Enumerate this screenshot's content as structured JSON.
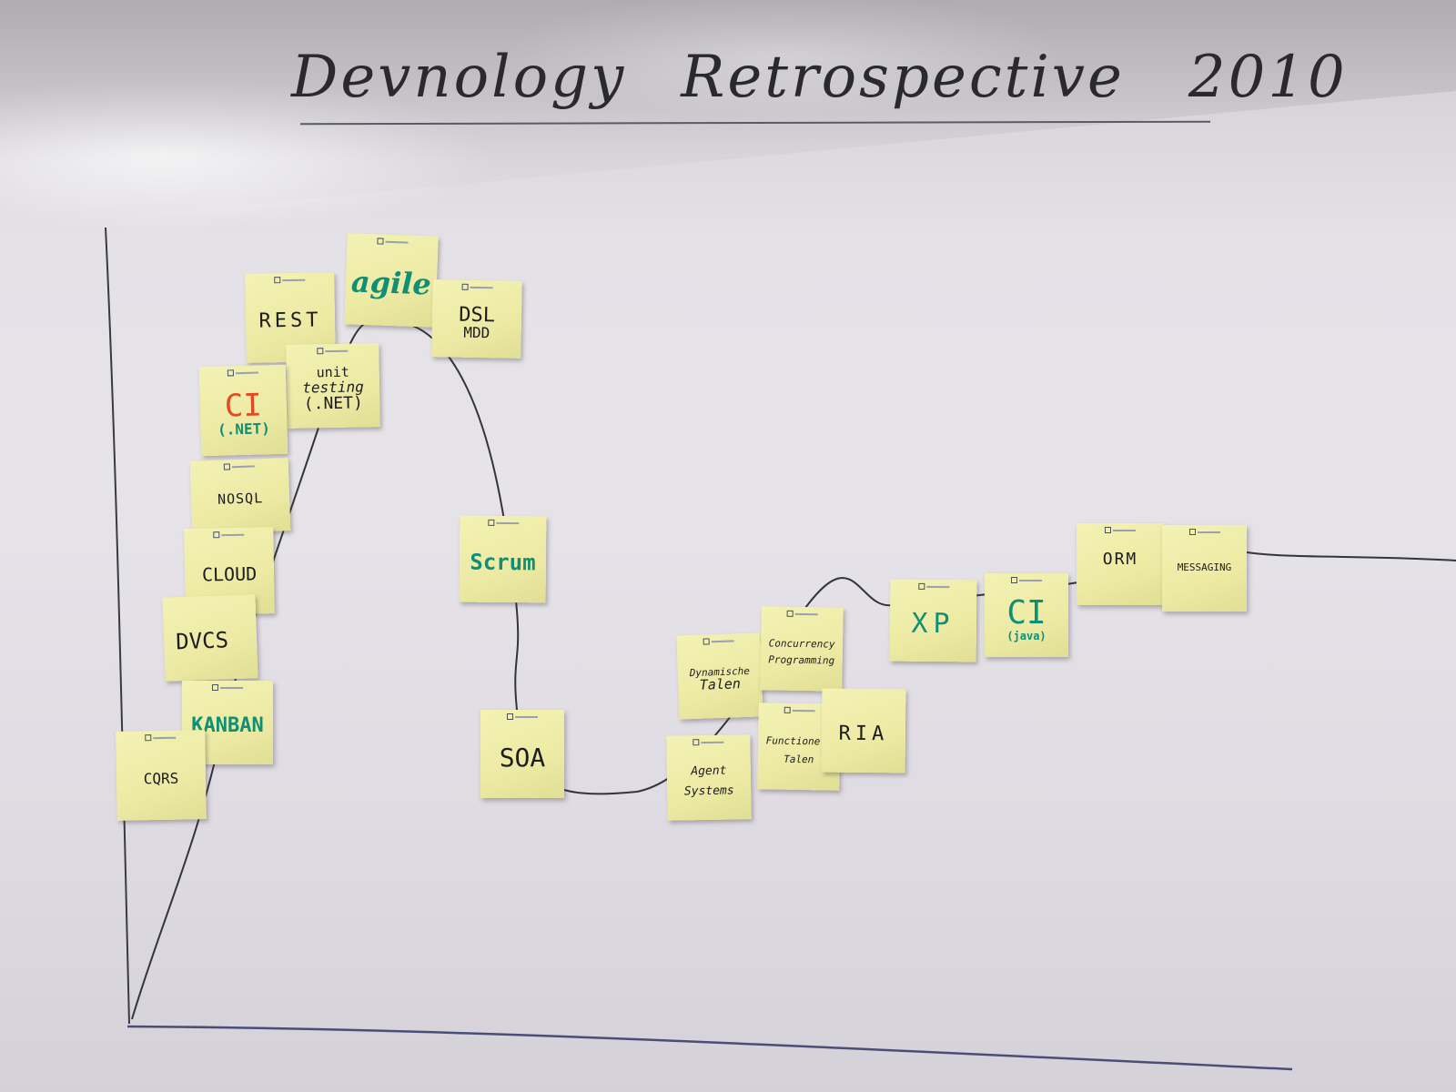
{
  "title": {
    "word1": "Devnology",
    "word2": "Retrospective",
    "year": "2010"
  },
  "notes": {
    "agile": "agile",
    "rest": "REST",
    "dsl": "DSL",
    "mdd": "MDD",
    "unit_testing_1": "unit",
    "unit_testing_2": "testing",
    "unit_testing_3": "(.NET)",
    "ci_net_1": "CI",
    "ci_net_2": "(.NET)",
    "nosql": "NOSQL",
    "cloud": "CLOUD",
    "dvcs": "DVCS",
    "kanban": "KANBAN",
    "cqrs": "CQRS",
    "scrum": "Scrum",
    "soa": "SOA",
    "dynamische_1": "Dynamische",
    "dynamische_2": "Talen",
    "concurrency_1": "Concurrency",
    "concurrency_2": "Programming",
    "agent_1": "Agent",
    "agent_2": "Systems",
    "functionele_1": "Functionele",
    "functionele_2": "Talen",
    "ria": "RIA",
    "xp": "XP",
    "ci_java_1": "CI",
    "ci_java_2": "(java)",
    "orm": "ORM",
    "messaging": "MESSAGING"
  },
  "colors": {
    "note": "#eceaa4",
    "ink_black": "#1d1d1d",
    "ink_green": "#0f8f74",
    "ink_red": "#e24a22",
    "marker_blue": "#4a4d78"
  }
}
